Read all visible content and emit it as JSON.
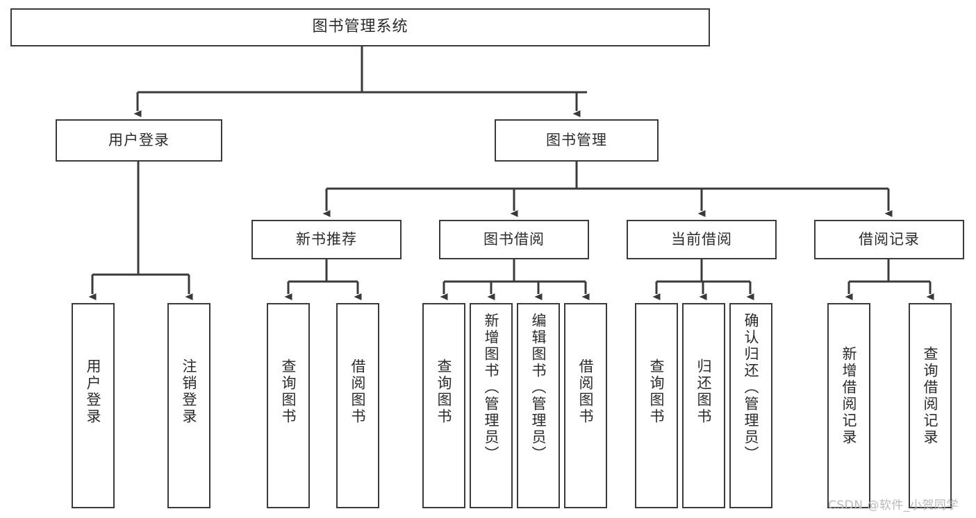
{
  "diagram": {
    "title_text": "图书管理系统",
    "type": "hierarchy-tree",
    "line_color": "#3a3a3a",
    "box_fill": "#ffffff",
    "text_color": "#2b2b2b",
    "watermark": "CSDN @软件_小贺同学",
    "levels": {
      "root": {
        "label": "图书管理系统"
      },
      "level2": [
        {
          "label": "用户登录"
        },
        {
          "label": "图书管理"
        }
      ],
      "level3": [
        {
          "label": "新书推荐"
        },
        {
          "label": "图书借阅"
        },
        {
          "label": "当前借阅"
        },
        {
          "label": "借阅记录"
        }
      ],
      "leaves": {
        "user_login": [
          {
            "label": "用户登录"
          },
          {
            "label": "注销登录"
          }
        ],
        "new_book_rec": [
          {
            "label": "查询图书"
          },
          {
            "label": "借阅图书"
          }
        ],
        "book_borrow": [
          {
            "label": "查询图书"
          },
          {
            "label": "新增图书（管理员）"
          },
          {
            "label": "编辑图书（管理员）"
          },
          {
            "label": "借阅图书"
          }
        ],
        "current_borrow": [
          {
            "label": "查询图书"
          },
          {
            "label": "归还图书"
          },
          {
            "label": "确认归还（管理员）"
          }
        ],
        "borrow_record": [
          {
            "label": "新增借阅记录"
          },
          {
            "label": "查询借阅记录"
          }
        ]
      }
    }
  }
}
